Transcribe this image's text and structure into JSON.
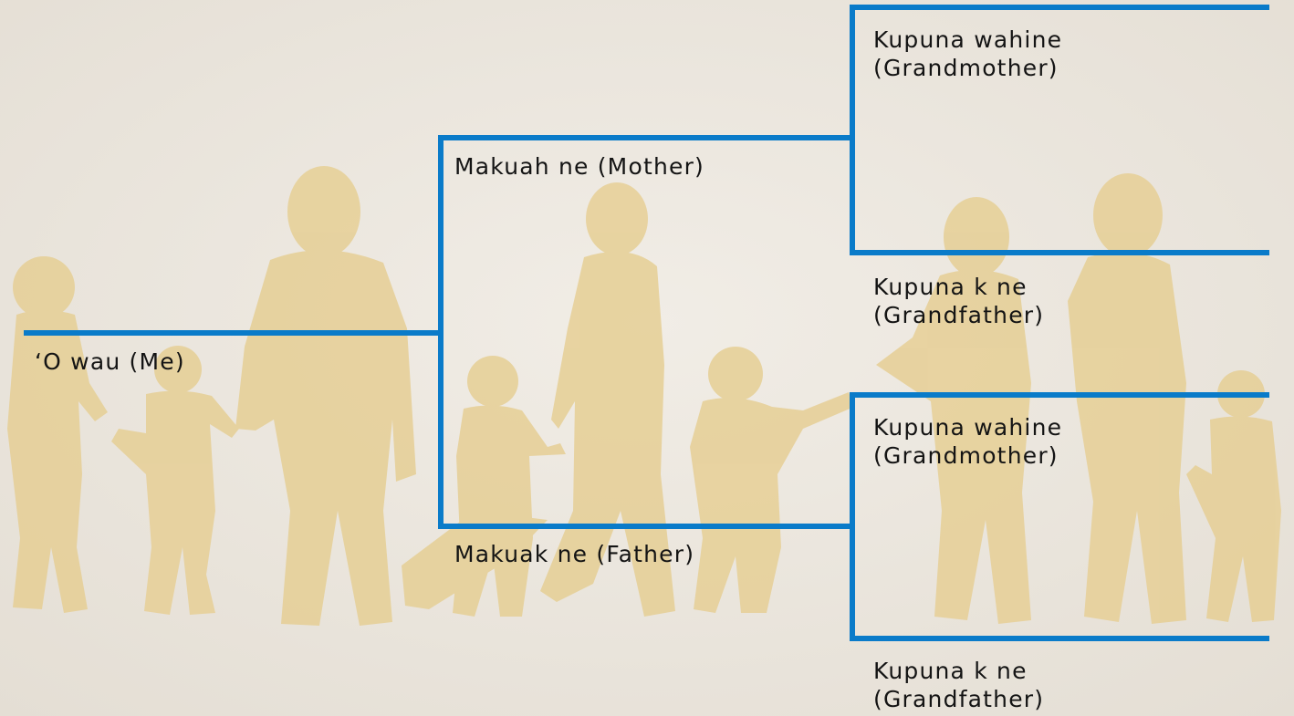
{
  "colors": {
    "background": "#ebe6de",
    "silhouette": "#e6cf95",
    "line": "#0a7bc9",
    "text": "#141414"
  },
  "labels": {
    "me": "‘O wau (Me)",
    "mother": "Makuah ne (Mother)",
    "father": "Makuak ne (Father)",
    "maternal_grandmother": {
      "line1": "Kupuna wahine",
      "line2": "(Grandmother)"
    },
    "maternal_grandfather": {
      "line1": "Kupuna k ne",
      "line2": "(Grandfather)"
    },
    "paternal_grandmother": {
      "line1": "Kupuna wahine",
      "line2": "(Grandmother)"
    },
    "paternal_grandfather": {
      "line1": "Kupuna k ne",
      "line2": "(Grandfather)"
    }
  }
}
